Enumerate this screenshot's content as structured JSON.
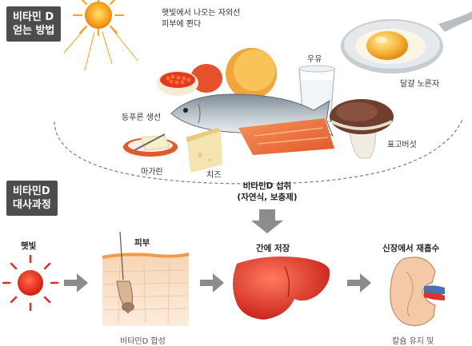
{
  "section1": {
    "line1": "비타민 D",
    "line2": "얻는 방법"
  },
  "section2": {
    "line1": "비타민D",
    "line2": "대사과정"
  },
  "sources": {
    "sunlight": {
      "line1": "햇빛에서 나오는 자외선",
      "line2": "피부에 쬔다"
    },
    "milk": "우유",
    "egg_yolk": "달걀 노른자",
    "blue_fish": "등푸른 생선",
    "margarine": "마가린",
    "cheese": "치즈",
    "shiitake": "표고버섯"
  },
  "intake": {
    "line1": "비타민D 섭취",
    "line2": "(자연식, 보충제)"
  },
  "process": {
    "sunlight": "햇빛",
    "skin": "피부",
    "liver": "간에 저장",
    "kidney": "신장에서 재흡수",
    "skin_caption": "비타민D 합성",
    "kidney_caption": "칼슘 유지 및"
  },
  "colors": {
    "badge": "#4d4d4d",
    "sun": "#f6a21a",
    "red_sun": "#e8281e",
    "arrow": "#8c8c8c",
    "liver": "#e2332a",
    "salmon": "#f07a3c"
  }
}
